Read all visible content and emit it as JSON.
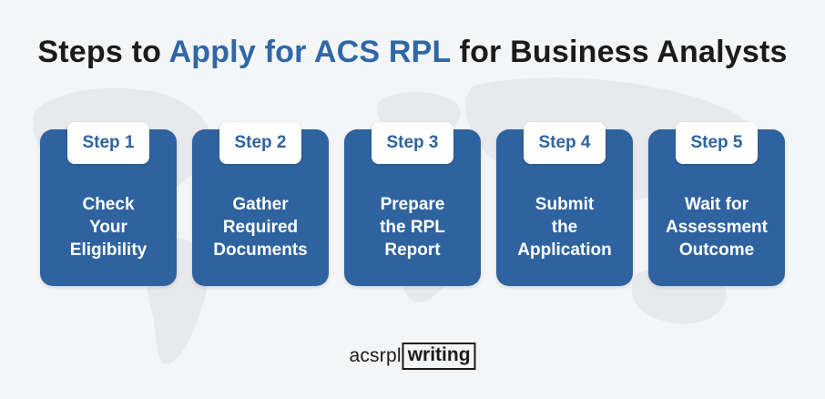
{
  "title": {
    "part1": "Steps to ",
    "accent": "Apply for ACS RPL",
    "part2": " for Business Analysts"
  },
  "colors": {
    "accent": "#2f68a7",
    "card": "#2f63a0",
    "background": "#f4f5f6",
    "title": "#1b1b1b"
  },
  "steps": [
    {
      "badge": "Step 1",
      "lines": [
        "Check",
        "Your",
        "Eligibility"
      ]
    },
    {
      "badge": "Step 2",
      "lines": [
        "Gather",
        "Required",
        "Documents"
      ]
    },
    {
      "badge": "Step 3",
      "lines": [
        "Prepare",
        "the RPL",
        "Report"
      ]
    },
    {
      "badge": "Step 4",
      "lines": [
        "Submit",
        "the",
        "Application"
      ]
    },
    {
      "badge": "Step 5",
      "lines": [
        "Wait for",
        "Assessment",
        "Outcome"
      ]
    }
  ],
  "logo": {
    "plain": "acsrpl",
    "boxed": "writing"
  }
}
